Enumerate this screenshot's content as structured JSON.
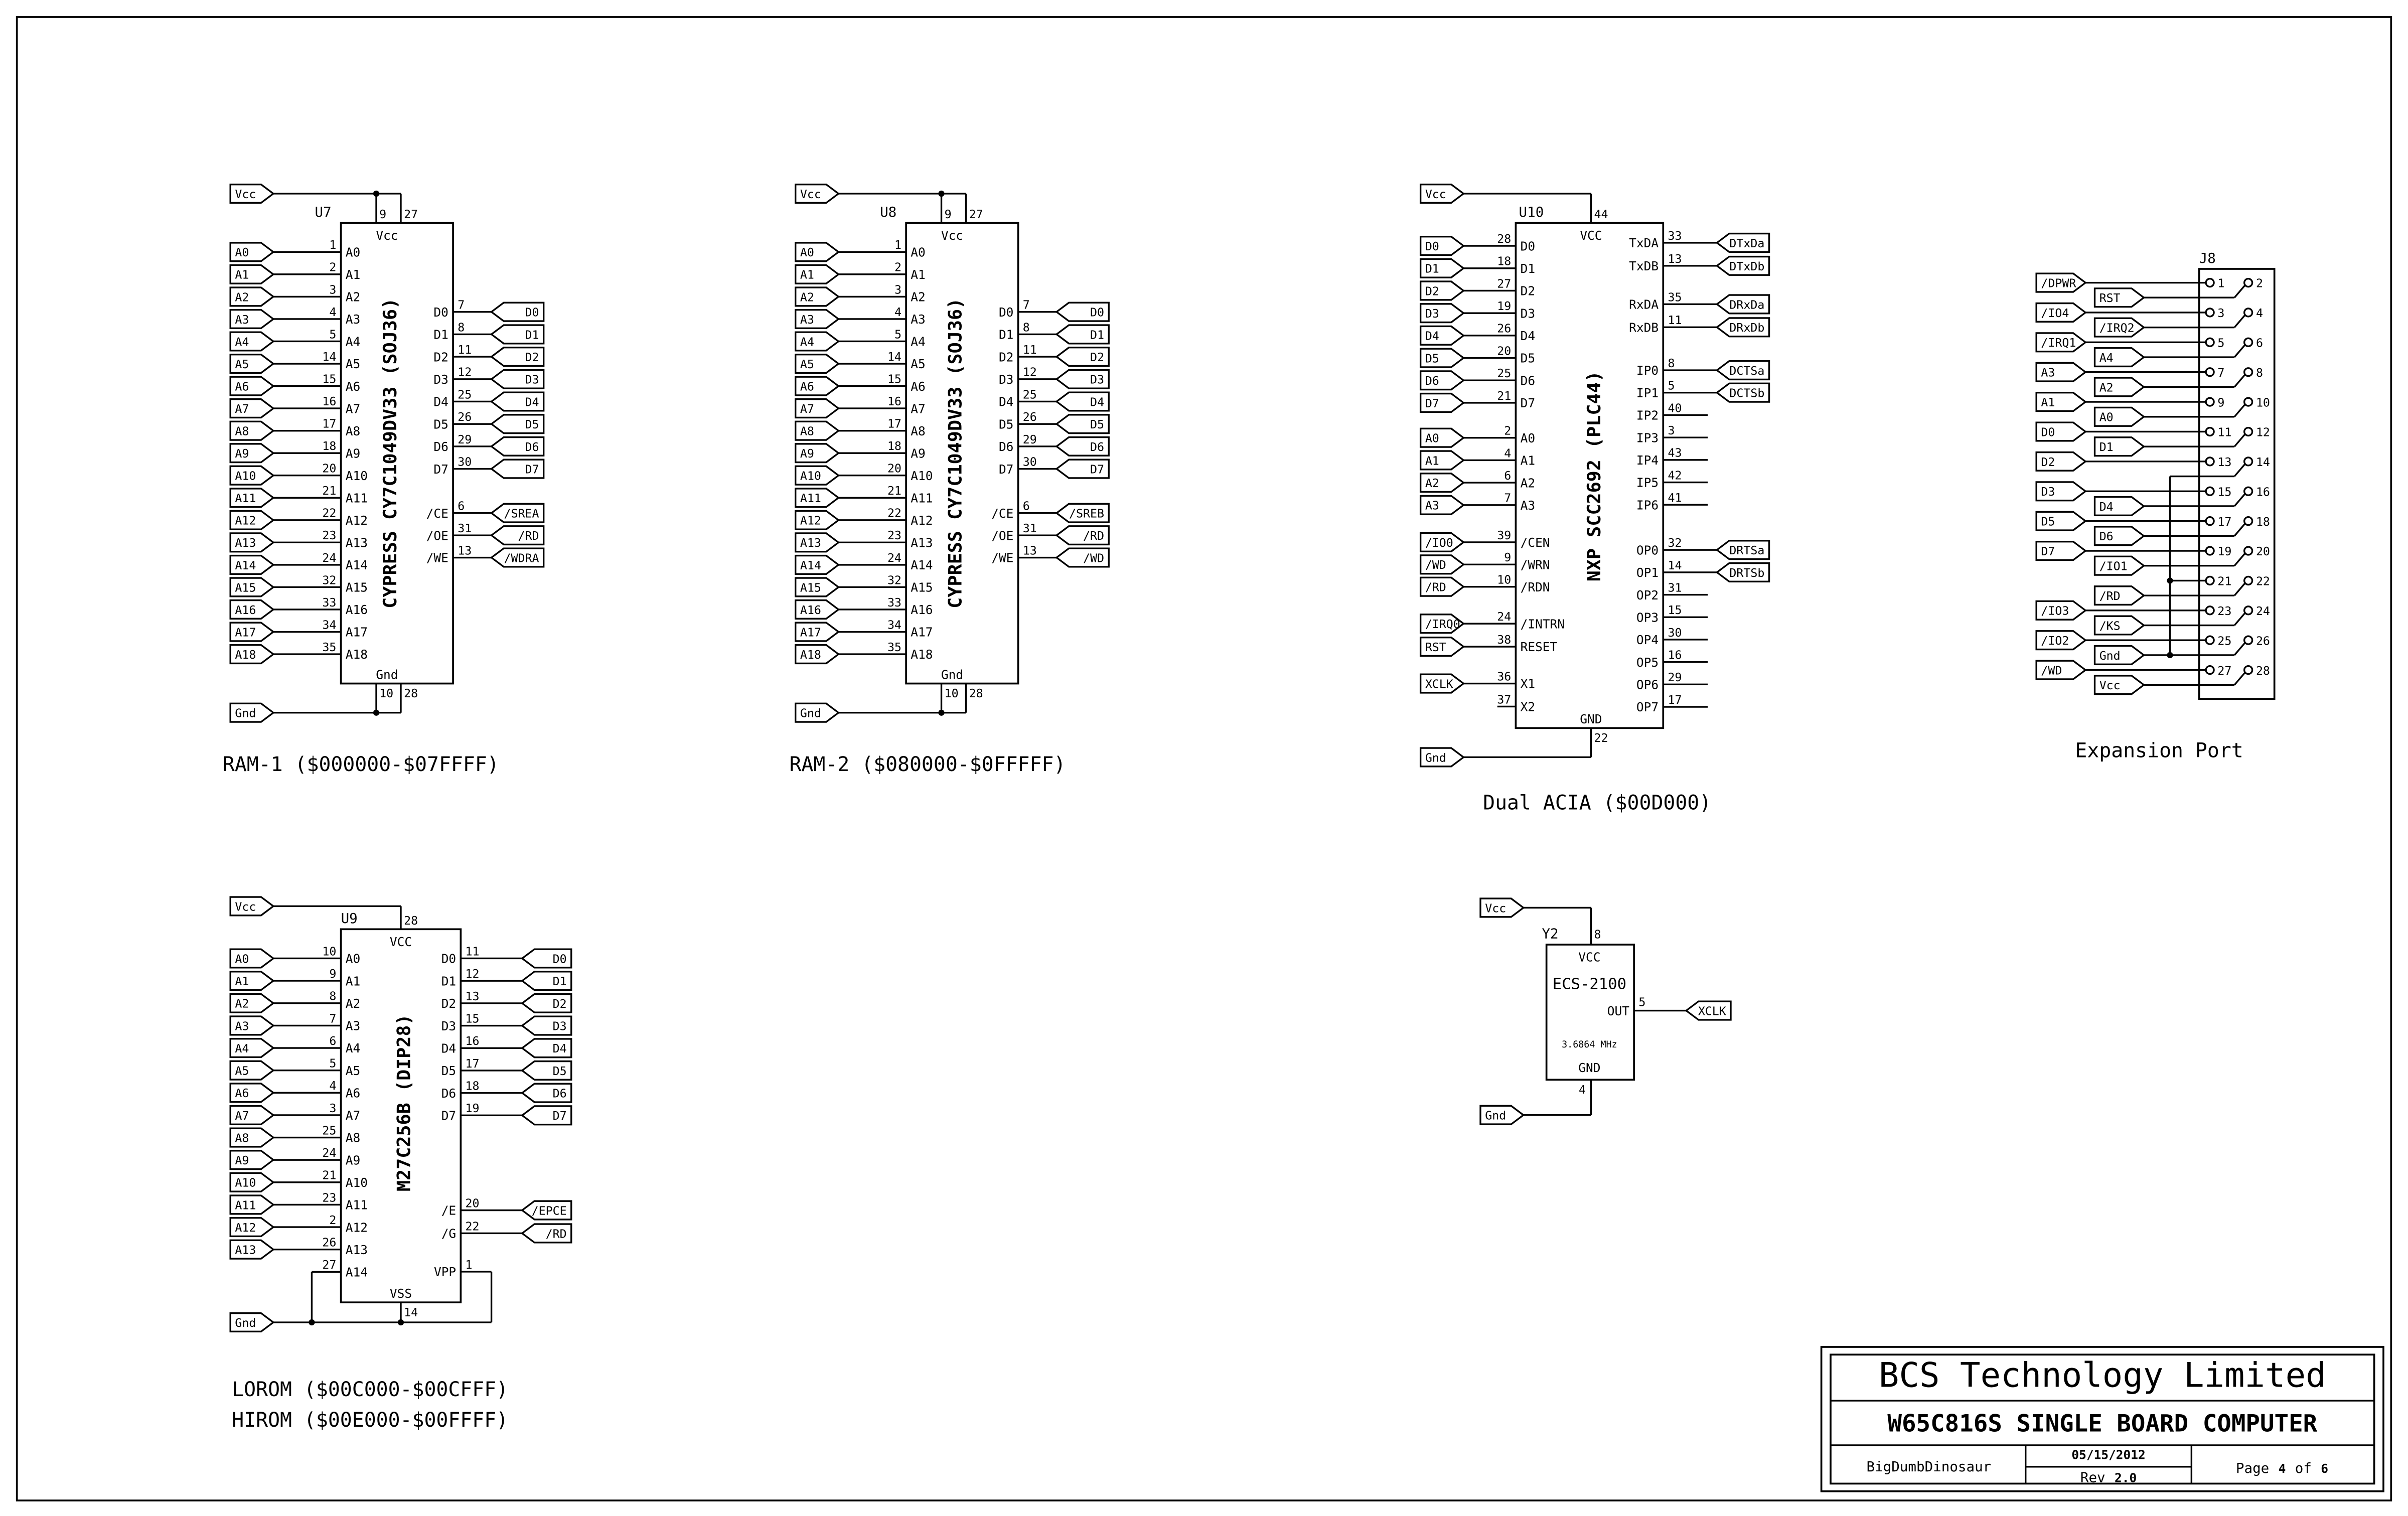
{
  "ram1": {
    "ref": "U7",
    "part": "CYPRESS CY7C1049DV33 (SOJ36)",
    "vcc_name": "Vcc",
    "gnd_name": "Gnd",
    "vcc_net": "Vcc",
    "gnd_net": "Gnd",
    "vcc_pins": [
      "9",
      "27"
    ],
    "gnd_pins": [
      "10",
      "28"
    ],
    "left": [
      {
        "n": "1",
        "name": "A0",
        "net": "A0"
      },
      {
        "n": "2",
        "name": "A1",
        "net": "A1"
      },
      {
        "n": "3",
        "name": "A2",
        "net": "A2"
      },
      {
        "n": "4",
        "name": "A3",
        "net": "A3"
      },
      {
        "n": "5",
        "name": "A4",
        "net": "A4"
      },
      {
        "n": "14",
        "name": "A5",
        "net": "A5"
      },
      {
        "n": "15",
        "name": "A6",
        "net": "A6"
      },
      {
        "n": "16",
        "name": "A7",
        "net": "A7"
      },
      {
        "n": "17",
        "name": "A8",
        "net": "A8"
      },
      {
        "n": "18",
        "name": "A9",
        "net": "A9"
      },
      {
        "n": "20",
        "name": "A10",
        "net": "A10"
      },
      {
        "n": "21",
        "name": "A11",
        "net": "A11"
      },
      {
        "n": "22",
        "name": "A12",
        "net": "A12"
      },
      {
        "n": "23",
        "name": "A13",
        "net": "A13"
      },
      {
        "n": "24",
        "name": "A14",
        "net": "A14"
      },
      {
        "n": "32",
        "name": "A15",
        "net": "A15"
      },
      {
        "n": "33",
        "name": "A16",
        "net": "A16"
      },
      {
        "n": "34",
        "name": "A17",
        "net": "A17"
      },
      {
        "n": "35",
        "name": "A18",
        "net": "A18"
      }
    ],
    "right": [
      {
        "n": "7",
        "name": "D0",
        "net": "D0"
      },
      {
        "n": "8",
        "name": "D1",
        "net": "D1"
      },
      {
        "n": "11",
        "name": "D2",
        "net": "D2"
      },
      {
        "n": "12",
        "name": "D3",
        "net": "D3"
      },
      {
        "n": "25",
        "name": "D4",
        "net": "D4"
      },
      {
        "n": "26",
        "name": "D5",
        "net": "D5"
      },
      {
        "n": "29",
        "name": "D6",
        "net": "D6"
      },
      {
        "n": "30",
        "name": "D7",
        "net": "D7"
      },
      {
        "n": "6",
        "name": "/CE",
        "net": "/SREA"
      },
      {
        "n": "31",
        "name": "/OE",
        "net": "/RD"
      },
      {
        "n": "13",
        "name": "/WE",
        "net": "/WDRA"
      }
    ],
    "caption": "RAM-1 ($000000-$07FFFF)"
  },
  "ram2": {
    "ref": "U8",
    "part": "CYPRESS CY7C1049DV33 (SOJ36)",
    "vcc_name": "Vcc",
    "gnd_name": "Gnd",
    "vcc_net": "Vcc",
    "gnd_net": "Gnd",
    "vcc_pins": [
      "9",
      "27"
    ],
    "gnd_pins": [
      "10",
      "28"
    ],
    "left": [
      {
        "n": "1",
        "name": "A0",
        "net": "A0"
      },
      {
        "n": "2",
        "name": "A1",
        "net": "A1"
      },
      {
        "n": "3",
        "name": "A2",
        "net": "A2"
      },
      {
        "n": "4",
        "name": "A3",
        "net": "A3"
      },
      {
        "n": "5",
        "name": "A4",
        "net": "A4"
      },
      {
        "n": "14",
        "name": "A5",
        "net": "A5"
      },
      {
        "n": "15",
        "name": "A6",
        "net": "A6"
      },
      {
        "n": "16",
        "name": "A7",
        "net": "A7"
      },
      {
        "n": "17",
        "name": "A8",
        "net": "A8"
      },
      {
        "n": "18",
        "name": "A9",
        "net": "A9"
      },
      {
        "n": "20",
        "name": "A10",
        "net": "A10"
      },
      {
        "n": "21",
        "name": "A11",
        "net": "A11"
      },
      {
        "n": "22",
        "name": "A12",
        "net": "A12"
      },
      {
        "n": "23",
        "name": "A13",
        "net": "A13"
      },
      {
        "n": "24",
        "name": "A14",
        "net": "A14"
      },
      {
        "n": "32",
        "name": "A15",
        "net": "A15"
      },
      {
        "n": "33",
        "name": "A16",
        "net": "A16"
      },
      {
        "n": "34",
        "name": "A17",
        "net": "A17"
      },
      {
        "n": "35",
        "name": "A18",
        "net": "A18"
      }
    ],
    "right": [
      {
        "n": "7",
        "name": "D0",
        "net": "D0"
      },
      {
        "n": "8",
        "name": "D1",
        "net": "D1"
      },
      {
        "n": "11",
        "name": "D2",
        "net": "D2"
      },
      {
        "n": "12",
        "name": "D3",
        "net": "D3"
      },
      {
        "n": "25",
        "name": "D4",
        "net": "D4"
      },
      {
        "n": "26",
        "name": "D5",
        "net": "D5"
      },
      {
        "n": "29",
        "name": "D6",
        "net": "D6"
      },
      {
        "n": "30",
        "name": "D7",
        "net": "D7"
      },
      {
        "n": "6",
        "name": "/CE",
        "net": "/SREB"
      },
      {
        "n": "31",
        "name": "/OE",
        "net": "/RD"
      },
      {
        "n": "13",
        "name": "/WE",
        "net": "/WD"
      }
    ],
    "caption": "RAM-2 ($080000-$0FFFFF)"
  },
  "acia": {
    "ref": "U10",
    "part": "NXP SCC2692 (PLC44)",
    "vcc_name": "VCC",
    "gnd_name": "GND",
    "vcc_net": "Vcc",
    "gnd_net": "Gnd",
    "vcc_pins": [
      "44"
    ],
    "gnd_pins": [
      "22"
    ],
    "left": [
      {
        "n": "28",
        "name": "D0",
        "net": "D0"
      },
      {
        "n": "18",
        "name": "D1",
        "net": "D1"
      },
      {
        "n": "27",
        "name": "D2",
        "net": "D2"
      },
      {
        "n": "19",
        "name": "D3",
        "net": "D3"
      },
      {
        "n": "26",
        "name": "D4",
        "net": "D4"
      },
      {
        "n": "20",
        "name": "D5",
        "net": "D5"
      },
      {
        "n": "25",
        "name": "D6",
        "net": "D6"
      },
      {
        "n": "21",
        "name": "D7",
        "net": "D7"
      },
      {
        "n": "2",
        "name": "A0",
        "net": "A0"
      },
      {
        "n": "4",
        "name": "A1",
        "net": "A1"
      },
      {
        "n": "6",
        "name": "A2",
        "net": "A2"
      },
      {
        "n": "7",
        "name": "A3",
        "net": "A3"
      },
      {
        "n": "39",
        "name": "/CEN",
        "net": "/IO0"
      },
      {
        "n": "9",
        "name": "/WRN",
        "net": "/WD"
      },
      {
        "n": "10",
        "name": "/RDN",
        "net": "/RD"
      },
      {
        "n": "24",
        "name": "/INTRN",
        "net": "/IRQ0"
      },
      {
        "n": "38",
        "name": "RESET",
        "net": "RST"
      },
      {
        "n": "36",
        "name": "X1",
        "net": "XCLK"
      },
      {
        "n": "37",
        "name": "X2",
        "net": null
      }
    ],
    "right": [
      {
        "n": "33",
        "name": "TxDA",
        "net": "DTxDa"
      },
      {
        "n": "13",
        "name": "TxDB",
        "net": "DTxDb"
      },
      {
        "n": "35",
        "name": "RxDA",
        "net": "DRxDa"
      },
      {
        "n": "11",
        "name": "RxDB",
        "net": "DRxDb"
      },
      {
        "n": "8",
        "name": "IP0",
        "net": "DCTSa"
      },
      {
        "n": "5",
        "name": "IP1",
        "net": "DCTSb"
      },
      {
        "n": "40",
        "name": "IP2",
        "net": null
      },
      {
        "n": "3",
        "name": "IP3",
        "net": null
      },
      {
        "n": "43",
        "name": "IP4",
        "net": null
      },
      {
        "n": "42",
        "name": "IP5",
        "net": null
      },
      {
        "n": "41",
        "name": "IP6",
        "net": null
      },
      {
        "n": "32",
        "name": "OP0",
        "net": "DRTSa"
      },
      {
        "n": "14",
        "name": "OP1",
        "net": "DRTSb"
      },
      {
        "n": "31",
        "name": "OP2",
        "net": null
      },
      {
        "n": "15",
        "name": "OP3",
        "net": null
      },
      {
        "n": "30",
        "name": "OP4",
        "net": null
      },
      {
        "n": "16",
        "name": "OP5",
        "net": null
      },
      {
        "n": "29",
        "name": "OP6",
        "net": null
      },
      {
        "n": "17",
        "name": "OP7",
        "net": null
      }
    ],
    "caption": "Dual ACIA ($00D000)"
  },
  "rom": {
    "ref": "U9",
    "part": "M27C256B (DIP28)",
    "vcc_name": "VCC",
    "gnd_name": "VSS",
    "vcc_net": "Vcc",
    "gnd_net": "Gnd",
    "vcc_pins": [
      "28"
    ],
    "gnd_pins": [
      "14"
    ],
    "left": [
      {
        "n": "10",
        "name": "A0",
        "net": "A0"
      },
      {
        "n": "9",
        "name": "A1",
        "net": "A1"
      },
      {
        "n": "8",
        "name": "A2",
        "net": "A2"
      },
      {
        "n": "7",
        "name": "A3",
        "net": "A3"
      },
      {
        "n": "6",
        "name": "A4",
        "net": "A4"
      },
      {
        "n": "5",
        "name": "A5",
        "net": "A5"
      },
      {
        "n": "4",
        "name": "A6",
        "net": "A6"
      },
      {
        "n": "3",
        "name": "A7",
        "net": "A7"
      },
      {
        "n": "25",
        "name": "A8",
        "net": "A8"
      },
      {
        "n": "24",
        "name": "A9",
        "net": "A9"
      },
      {
        "n": "21",
        "name": "A10",
        "net": "A10"
      },
      {
        "n": "23",
        "name": "A11",
        "net": "A11"
      },
      {
        "n": "2",
        "name": "A12",
        "net": "A12"
      },
      {
        "n": "26",
        "name": "A13",
        "net": "A13"
      },
      {
        "n": "27",
        "name": "A14",
        "net": null
      }
    ],
    "right": [
      {
        "n": "11",
        "name": "D0",
        "net": "D0"
      },
      {
        "n": "12",
        "name": "D1",
        "net": "D1"
      },
      {
        "n": "13",
        "name": "D2",
        "net": "D2"
      },
      {
        "n": "15",
        "name": "D3",
        "net": "D3"
      },
      {
        "n": "16",
        "name": "D4",
        "net": "D4"
      },
      {
        "n": "17",
        "name": "D5",
        "net": "D5"
      },
      {
        "n": "18",
        "name": "D6",
        "net": "D6"
      },
      {
        "n": "19",
        "name": "D7",
        "net": "D7"
      },
      {
        "n": "20",
        "name": "/E",
        "net": "/EPCE"
      },
      {
        "n": "22",
        "name": "/G",
        "net": "/RD"
      },
      {
        "n": "1",
        "name": "VPP",
        "net": null
      }
    ],
    "caption": "LOROM ($00C000-$00CFFF)",
    "caption2": "HIROM ($00E000-$00FFFF)"
  },
  "osc": {
    "ref": "Y2",
    "part": "ECS-2100",
    "freq": "3.6864 MHz",
    "vcc_name": "VCC",
    "gnd_name": "GND",
    "out_name": "OUT",
    "vcc_net": "Vcc",
    "gnd_net": "Gnd",
    "out_net": "XCLK",
    "vcc_pin": "8",
    "gnd_pin": "4",
    "out_pin": "5"
  },
  "j8": {
    "ref": "J8",
    "caption": "Expansion Port",
    "pins": [
      {
        "n": "1",
        "net": "/DPWR"
      },
      {
        "n": "2",
        "net": "RST"
      },
      {
        "n": "3",
        "net": "/IO4"
      },
      {
        "n": "4",
        "net": "/IRQ2"
      },
      {
        "n": "5",
        "net": "/IRQ1"
      },
      {
        "n": "6",
        "net": "A4"
      },
      {
        "n": "7",
        "net": "A3"
      },
      {
        "n": "8",
        "net": "A2"
      },
      {
        "n": "9",
        "net": "A1"
      },
      {
        "n": "10",
        "net": "A0"
      },
      {
        "n": "11",
        "net": "D0"
      },
      {
        "n": "12",
        "net": "D1"
      },
      {
        "n": "13",
        "net": "D2"
      },
      {
        "n": "14",
        "net": null
      },
      {
        "n": "15",
        "net": "D3"
      },
      {
        "n": "16",
        "net": "D4"
      },
      {
        "n": "17",
        "net": "D5"
      },
      {
        "n": "18",
        "net": "D6"
      },
      {
        "n": "19",
        "net": "D7"
      },
      {
        "n": "20",
        "net": "/IO1"
      },
      {
        "n": "21",
        "net": null
      },
      {
        "n": "22",
        "net": "/RD"
      },
      {
        "n": "23",
        "net": "/IO3"
      },
      {
        "n": "24",
        "net": "/KS"
      },
      {
        "n": "25",
        "net": "/IO2"
      },
      {
        "n": "26",
        "net": "Gnd"
      },
      {
        "n": "27",
        "net": "/WD"
      },
      {
        "n": "28",
        "net": "Vcc"
      }
    ]
  },
  "title_block": {
    "company": "BCS Technology Limited",
    "project": "W65C816S SINGLE BOARD COMPUTER",
    "author": "BigDumbDinosaur",
    "date": "05/15/2012",
    "rev_label": "Rev",
    "rev": "2.0",
    "page_label": "Page",
    "page": "4",
    "of_label": "of",
    "pages": "6"
  }
}
